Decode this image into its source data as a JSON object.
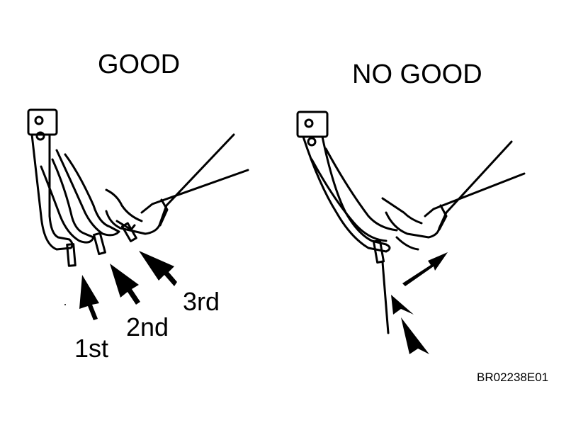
{
  "left_panel": {
    "heading": "GOOD",
    "steps": [
      "1st",
      "2nd",
      "3rd"
    ]
  },
  "right_panel": {
    "heading": "NO GOOD"
  },
  "figure_code": "BR02238E01",
  "colors": {
    "ink": "#000000",
    "paper": "#ffffff"
  }
}
